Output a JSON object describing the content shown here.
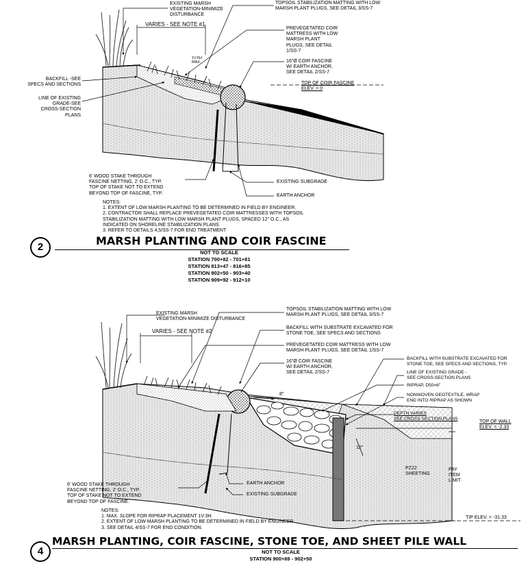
{
  "detail_top": {
    "number": "2",
    "title": "MARSH PLANTING AND COIR FASCINE",
    "scale": "NOT TO SCALE",
    "stations": [
      "STATION 700+82 - 701+81",
      "STATION 813+47 - 816+85",
      "STATION 902+50 - 903+40",
      "STATION 909+92 - 912+10"
    ],
    "labels": {
      "existing_marsh": "EXISTING MARSH\nVEGETATION-MINIMIZE\nDISTURBANCE",
      "topsoil": "TOPSOIL STABILIZATION MATTING WITH LOW\nMARSH PLANT PLUGS, SEE DETAIL 3/SS-7",
      "varies": "VARIES - SEE NOTE #1",
      "slope": "1V:5H\nMAX.",
      "prevegetated": "PREVEGETATED COIR\nMATTRESS WITH LOW\nMARSH PLANT\nPLUGS, SEE DETAIL\n1/SS-7",
      "coir_fascine": "16\"ø COIR FASCINE\nW/ EARTH ANCHOR,\nSEE DETAIL 2/SS-7",
      "backfill": "BACKFILL -SEE\nSPECS AND SECTIONS",
      "existing_grade": "LINE OF EXISTING\nGRADE-SEE\nCROSS-SECTION\nPLANS",
      "top_coir": "TOP OF COIR FASCINE\nELEV. = 0",
      "existing_subgrade": "EXISTING SUBGRADE",
      "earth_anchor": "EARTH ANCHOR",
      "wood_stake": "6' WOOD STAKE THROUGH\nFASCINE NETTING, 2' O.C., TYP.\nTOP OF STAKE NOT TO EXTEND\nBEYOND TOP OF FASCINE, TYP."
    },
    "notes": "NOTES:\n1. EXTENT OF LOW MARSH PLANTING TO BE DETERMINED IN FIELD BY ENGINEER.\n2. CONTRACTOR SHALL REPLACE PREVEGETATED COIR MATTRESSES WITH TOPSOIL\nSTABILIZATION MATTING WITH LOW MARSH PLANT PLUGS, SPACED 12\" O.C., AS\nINDICATED ON SHORELINE STABILIZATION PLANS.\n3. REFER TO DETAILS 4,5/SS-7 FOR END TREATMENT"
  },
  "detail_bottom": {
    "number": "4",
    "title": "MARSH PLANTING, COIR FASCINE, STONE TOE, AND SHEET PILE WALL",
    "scale": "NOT TO SCALE",
    "stations": [
      "STATION 900+69 - 902+50"
    ],
    "labels": {
      "existing_marsh": "EXISTING MARSH\nVEGETATION-MINIMIZE DISTURBANCE",
      "varies": "VARIES - SEE NOTE #2",
      "topsoil": "TOPSOIL STABILIZATION MATTING WITH LOW\nMARSH PLANT PLUGS, SEE DETAIL 3/SS-7",
      "backfill_substrate": "BACKFILL WITH SUBSTRATE EXCAVATED FOR\nSTONE TOE, SEE SPECS AND SECTIONS",
      "prevegetated": "PREVEGETATED COIR MATTRESS WITH LOW\nMARSH PLANT PLUGS, SEE DETAIL 1/SS-7",
      "coir_fascine": "16\"ø COIR FASCINE\nW/ EARTH ANCHOR,\nSEE DETAIL 2/SS-7",
      "backfill_right": "BACKFILL WITH SUBSTRATE EXCAVATED FOR\nSTONE TOE, SEE SPECS AND SECTIONS, TYP.",
      "existing_grade": "LINE OF EXISTING GRADE -\nSEE CROSS-SECTION PLANS",
      "riprap": "RIPRAP, D50=6\"",
      "geotextile": "NONWOVEN GEOTEXTILE, WRAP\nEND INTO RIPRAP AS SHOWN",
      "depth": "DEPTH VARIES\nSEE CROSS-SECTION PLANS",
      "top_wall": "TOP OF WALL\nELEV. = -2.33",
      "dim_8": "8\"",
      "dim_12": "12\"",
      "pz22": "PZ22\nSHEETING",
      "pay": "PAY\nITEM\nLIMIT",
      "wood_stake": "6' WOOD STAKE THROUGH\nFASCINE NETTING, 2' O.C., TYP.\nTOP OF STAKE NOT TO EXTEND\nBEYOND TOP OF FASCINE.",
      "earth_anchor": "EARTH ANCHOR",
      "existing_subgrade": "EXISTING SUBGRADE",
      "tip_elev": "TIP ELEV. = -31.33"
    },
    "notes": "NOTES:\n1. MAX. SLOPE FOR RIPRAP PLACEMENT 1V:3H.\n2. EXTENT OF LOW MARSH PLANTING TO BE DETERMINED IN FIELD BY ENGINEER.\n3. SEE DETAIL 4/SS-7 FOR END CONDITION."
  }
}
